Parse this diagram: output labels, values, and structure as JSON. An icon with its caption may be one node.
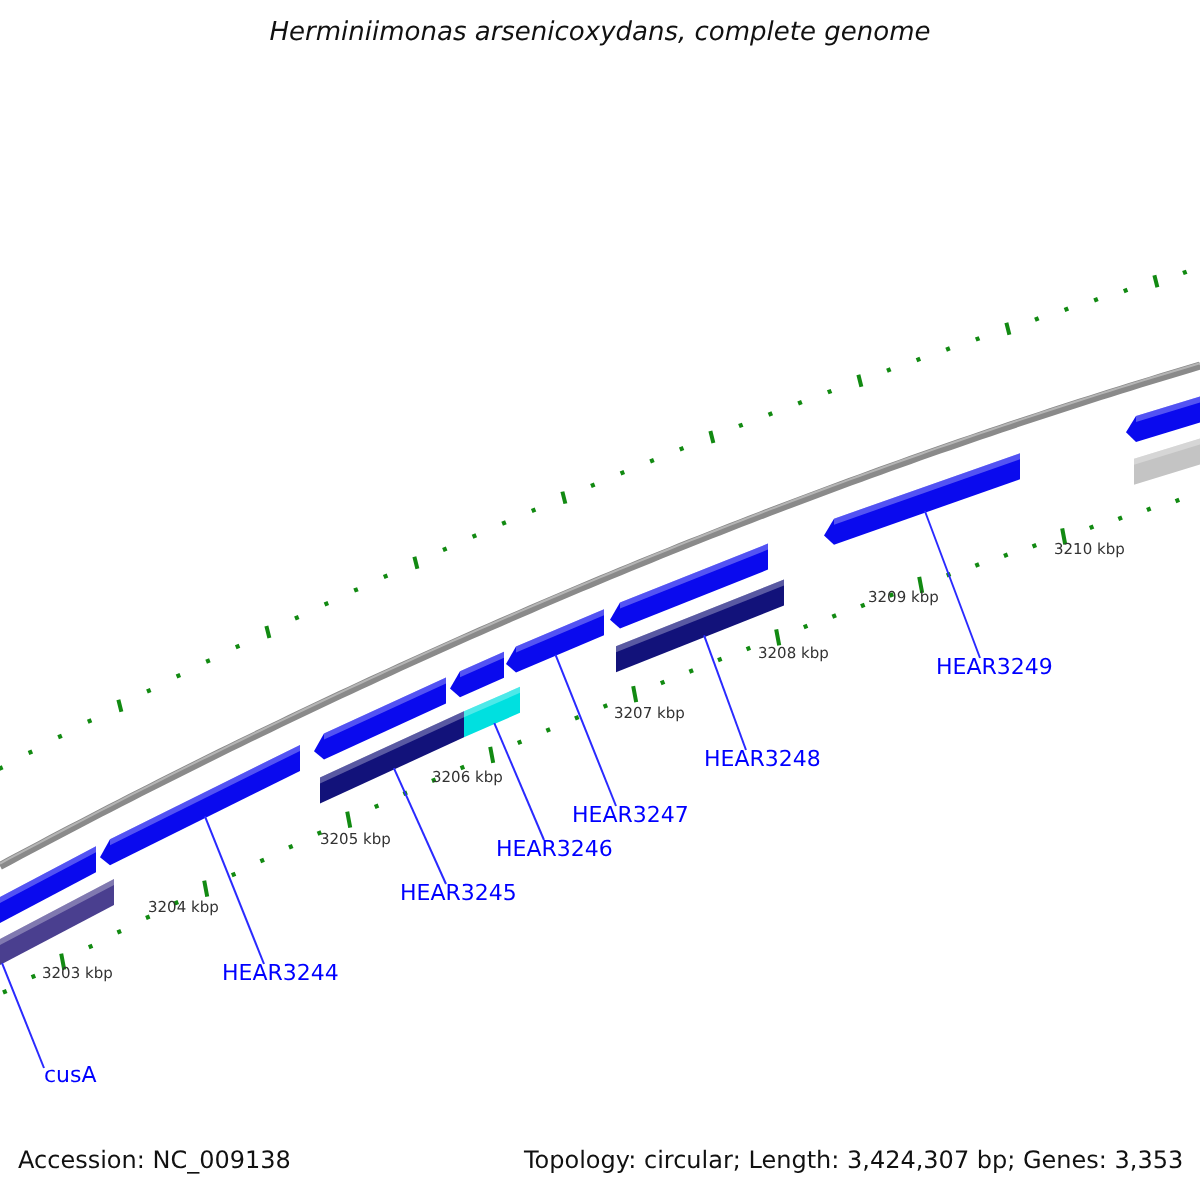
{
  "diagram": {
    "title": "Herminiimonas arsenicoxydans, complete genome",
    "nodes": [
      {
        "text": [
          "cusA"
        ]
      },
      {
        "text": [
          "HEAR3244"
        ]
      },
      {
        "text": [
          "HEAR3245"
        ]
      },
      {
        "text": [
          "HEAR3246"
        ]
      },
      {
        "text": [
          "HEAR3247"
        ]
      },
      {
        "text": [
          "HEAR3248"
        ]
      },
      {
        "text": [
          "HEAR3249"
        ]
      },
      {
        "text": [],
        "shape": "bar"
      },
      {
        "text": [],
        "shape": "bar"
      },
      {
        "text": [],
        "shape": "bar"
      },
      {
        "text": [],
        "shape": "bar"
      },
      {
        "text": [],
        "shape": "bar"
      },
      {
        "text": [],
        "shape": "bar"
      },
      {
        "text": [],
        "shape": "bar"
      },
      {
        "text": [],
        "shape": "bar"
      },
      {
        "text": [],
        "shape": "bar"
      },
      {
        "text": [],
        "shape": "bar"
      },
      {
        "text": [],
        "shape": "bar"
      },
      {
        "text": [],
        "shape": "bar"
      },
      {
        "text": [],
        "shape": "bar"
      }
    ],
    "edges": [
      {
        "from": 0,
        "to": 15,
        "arrow": "none"
      },
      {
        "from": 1,
        "to": 8,
        "arrow": "none"
      },
      {
        "from": 2,
        "to": 16,
        "arrow": "none"
      },
      {
        "from": 3,
        "to": 17,
        "arrow": "none"
      },
      {
        "from": 4,
        "to": 11,
        "arrow": "none"
      },
      {
        "from": 5,
        "to": 18,
        "arrow": "none"
      },
      {
        "from": 6,
        "to": 13,
        "arrow": "none"
      }
    ],
    "labels": [
      "3203 kbp",
      "3204 kbp",
      "3205 kbp",
      "3206 kbp",
      "3207 kbp",
      "3208 kbp",
      "3209 kbp",
      "3210 kbp",
      "Accession: NC_009138",
      "Topology: circular; Length: 3,424,307 bp; Genes: 3,353"
    ]
  }
}
